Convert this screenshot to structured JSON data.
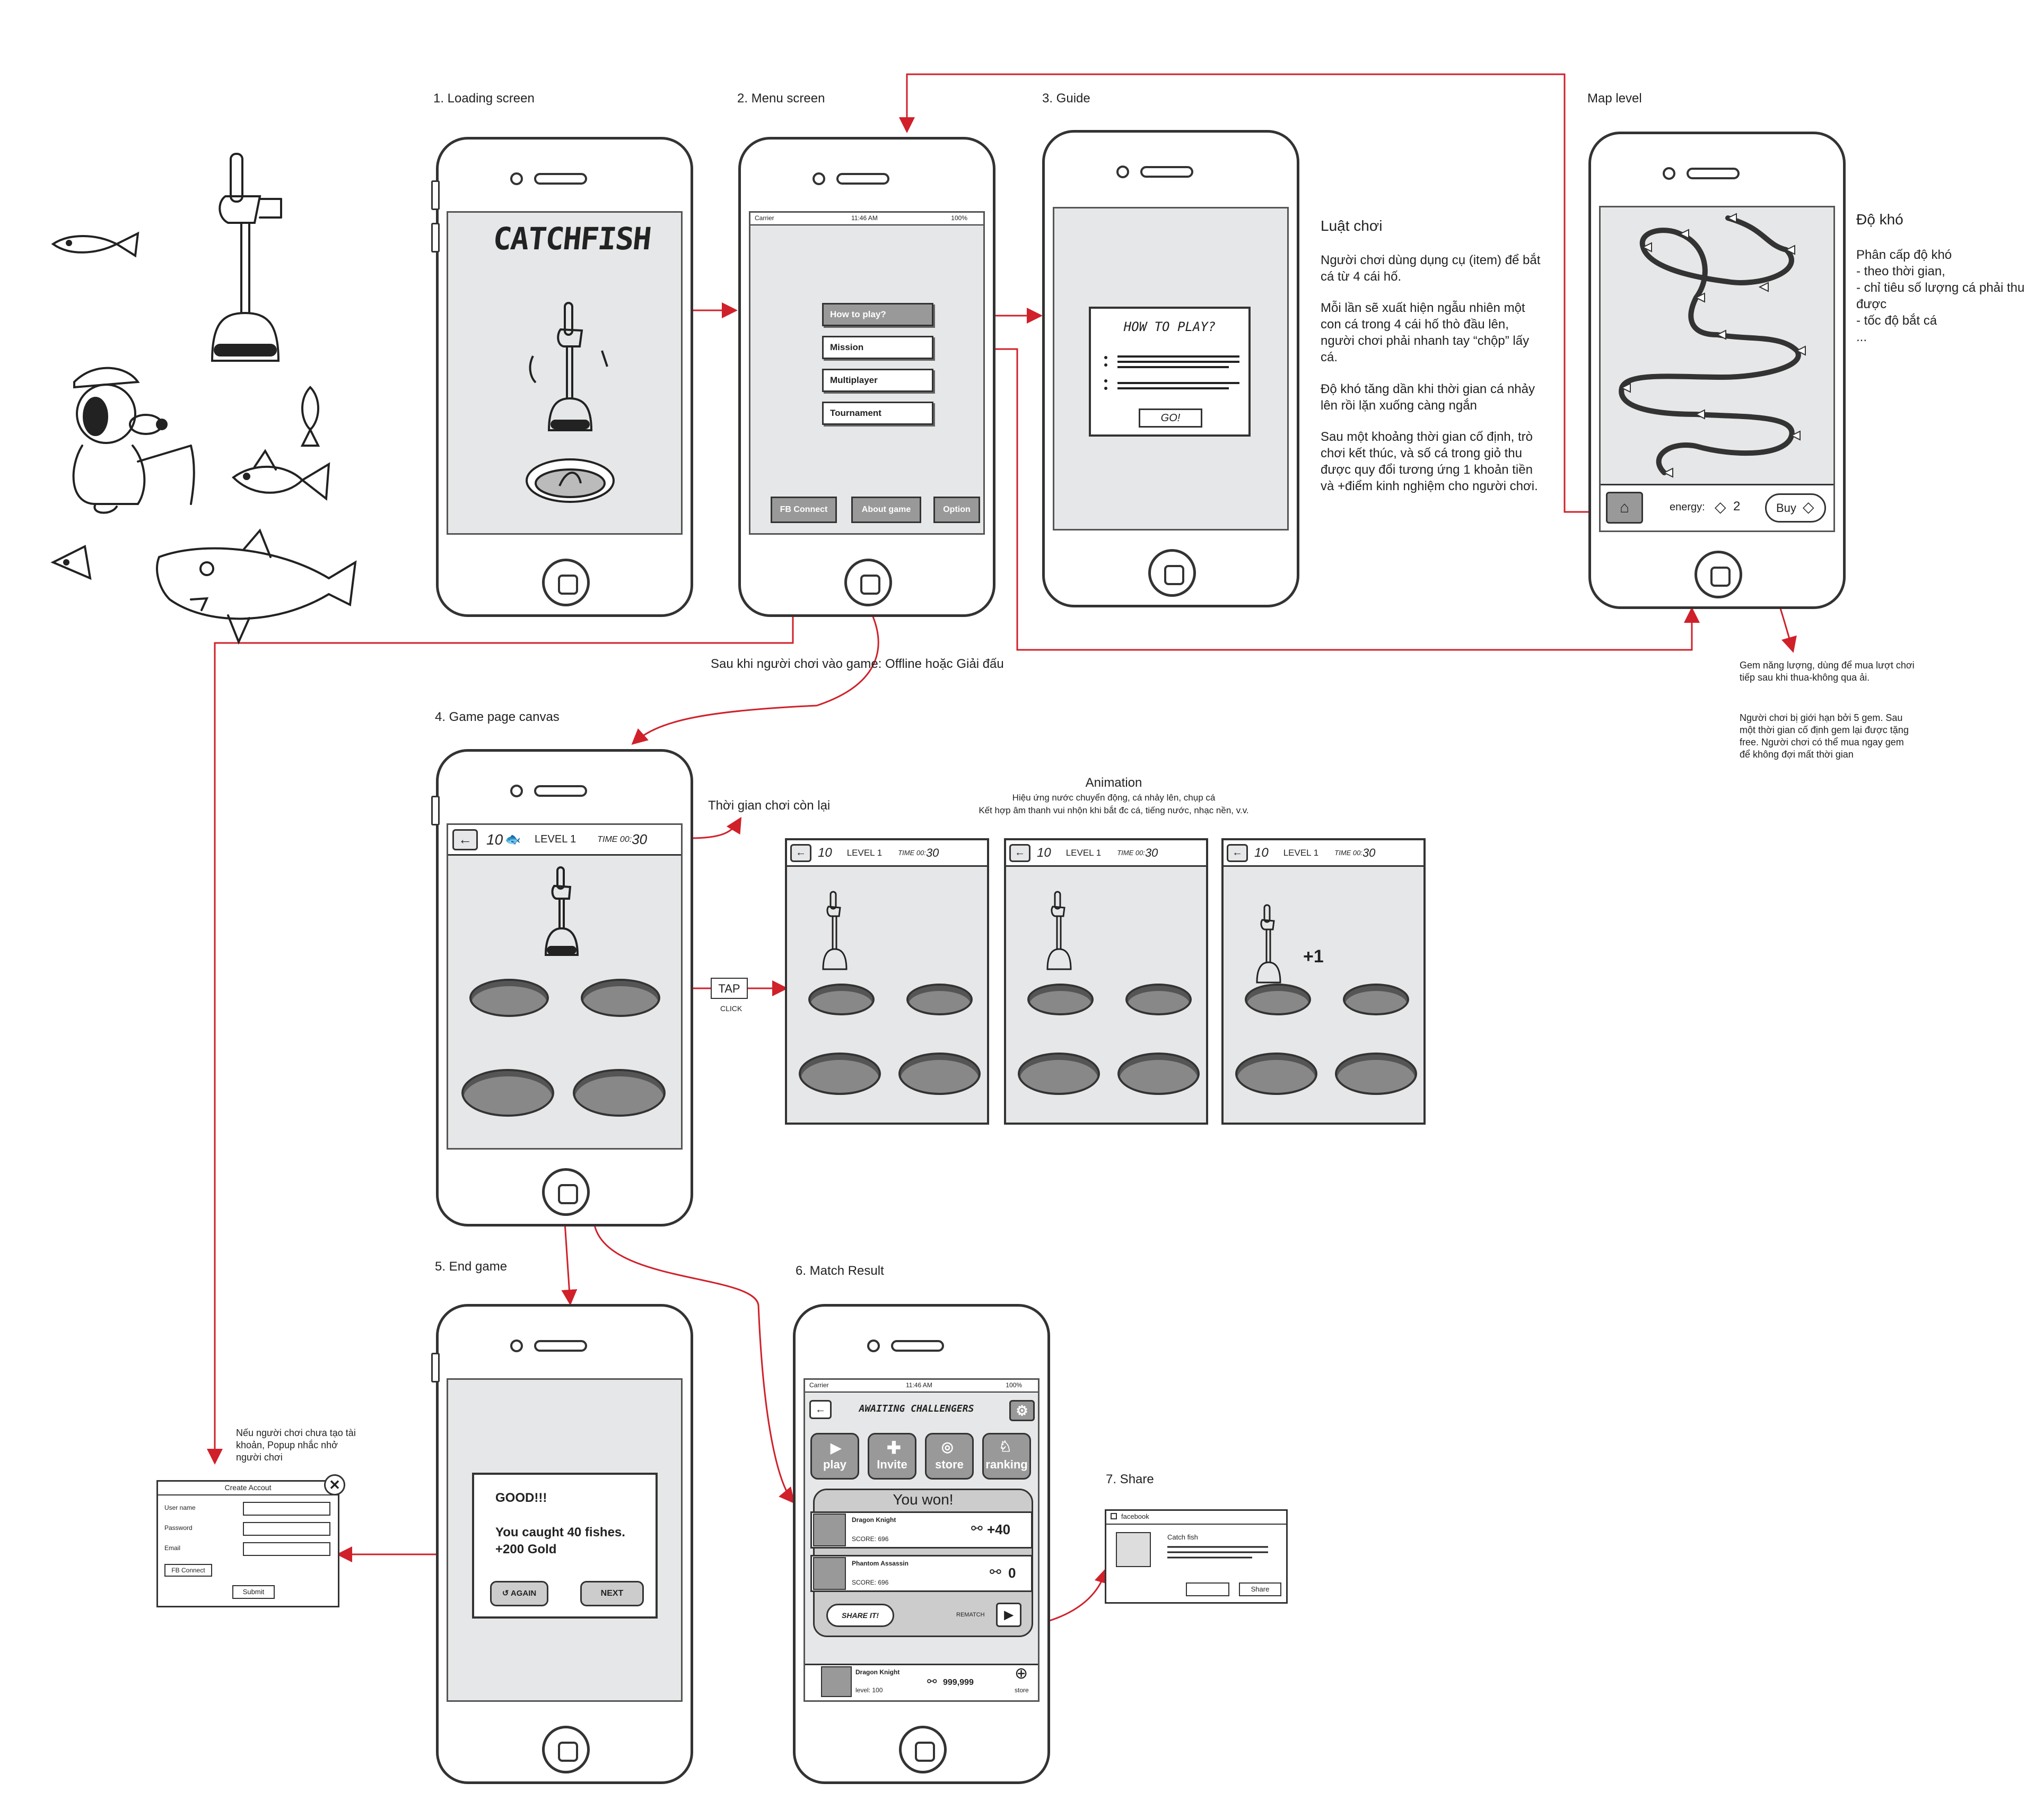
{
  "sections": {
    "loading": "1. Loading screen",
    "menu": "2. Menu screen",
    "guide": "3. Guide",
    "map": "Map level",
    "game": "4. Game page canvas",
    "end": "5. End game",
    "result": "6. Match Result",
    "share": "7. Share"
  },
  "loading": {
    "logo": "CATCHFISH"
  },
  "menu": {
    "status_carrier": "Carrier",
    "status_time": "11:46 AM",
    "status_battery": "100%",
    "items": [
      "How to play?",
      "Mission",
      "Multiplayer",
      "Tournament"
    ],
    "bottom": [
      "FB Connect",
      "About game",
      "Option"
    ]
  },
  "guide_dialog": {
    "title": "HOW TO PLAY?",
    "go": "GO!"
  },
  "rules": {
    "title": "Luật chơi",
    "p1": "Người chơi dùng dụng cụ (item) để bắt cá từ 4 cái hố.",
    "p2": "Mỗi lần sẽ xuất hiện ngẫu nhiên một con cá trong 4 cái hố thò đầu lên, người chơi phải nhanh tay “chộp” lấy cá.",
    "p3": "Độ khó tăng dần khi thời gian cá nhảy lên rồi lặn xuống càng ngắn",
    "p4": "Sau một khoảng thời gian cố định, trò chơi kết thúc, và số cá trong giỏ thu được quy đổi tương ứng 1 khoản tiền và +điểm kinh nghiệm cho người chơi."
  },
  "map": {
    "energy_label": "energy:",
    "energy_value": "2",
    "buy": "Buy"
  },
  "difficulty": {
    "title": "Độ khó",
    "lines": [
      "Phân cấp độ khó",
      "- theo thời gian,",
      "- chỉ tiêu số lượng cá phải thu được",
      "- tốc độ bắt cá",
      "..."
    ]
  },
  "gem_note": {
    "p1": "Gem năng lượng, dùng để mua lượt chơi tiếp sau khi thua-không qua ải.",
    "p2": "Người chơi bị giới hạn bởi 5 gem. Sau một thời gian cố định gem lại được tặng free. Người chơi có thể mua ngay gem để không đợi mất thời gian"
  },
  "flow_note": "Sau khi người chơi vào game: Offline hoặc Giải đấu",
  "hud": {
    "count": "10",
    "level": "LEVEL 1",
    "time_label": "TIME 00:",
    "time_value": "30"
  },
  "time_note": "Thời gian chơi còn lại",
  "tap": {
    "label": "TAP",
    "sub": "CLICK"
  },
  "animation": {
    "title": "Animation",
    "line1": "Hiệu ứng nước chuyển động, cá nhảy lên, chụp cá",
    "line2": "Kết hợp âm thanh vui nhộn khi bắt đc cá, tiếng nước, nhạc nền, v.v.",
    "plus": "+1"
  },
  "end": {
    "good": "GOOD!!!",
    "caught": "You caught 40 fishes.",
    "gold": "+200 Gold",
    "again": "AGAIN",
    "next": "NEXT"
  },
  "account_note": "Nếu người chơi chưa tạo tài khoản, Popup nhắc nhở người chơi",
  "account": {
    "title": "Create Accout",
    "user": "User name",
    "pass": "Password",
    "email": "Email",
    "fb": "FB Connect",
    "submit": "Submit"
  },
  "result": {
    "header": "AWAITING CHALLENGERS",
    "buttons": [
      "play",
      "Invite",
      "store",
      "ranking"
    ],
    "won": "You won!",
    "p1_name": "Dragon Knight",
    "p1_score": "SCORE: 696",
    "p1_delta": "+40",
    "p2_name": "Phantom Assassin",
    "p2_score": "SCORE: 696",
    "p2_delta": "0",
    "share": "SHARE IT!",
    "rematch": "REMATCH",
    "me_name": "Dragon Knight",
    "me_level": "level: 100",
    "me_gold": "999,999",
    "store": "store"
  },
  "share_popup": {
    "brand": "facebook",
    "title": "Catch fish",
    "button": "Share"
  }
}
